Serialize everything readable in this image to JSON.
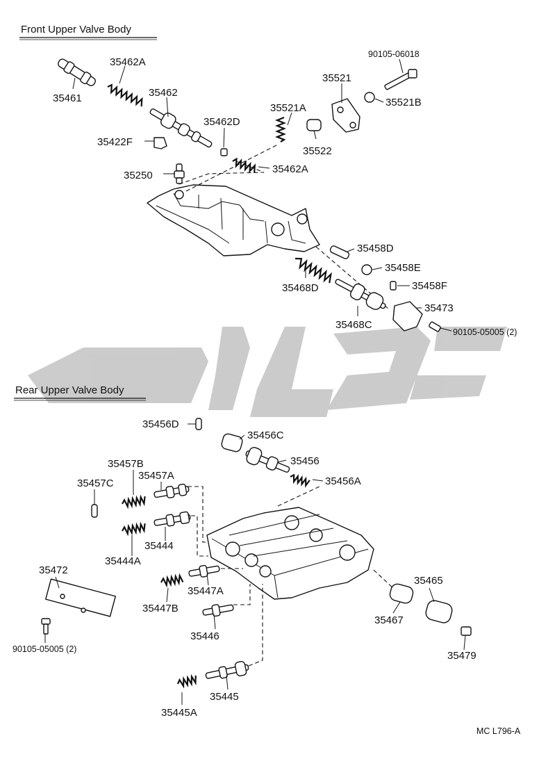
{
  "sections": {
    "front": "Front Upper Valve Body",
    "rear": "Rear Upper Valve Body"
  },
  "footer": "MC L796-A",
  "front_parts": {
    "p90105_06018": "90105-06018",
    "p35462A_top": "35462A",
    "p35461": "35461",
    "p35462": "35462",
    "p35521": "35521",
    "p35521B": "35521B",
    "p35521A": "35521A",
    "p35462D": "35462D",
    "p35422F": "35422F",
    "p35522": "35522",
    "p35250": "35250",
    "p35462A_mid": "35462A",
    "p35458D": "35458D",
    "p35458E": "35458E",
    "p35468D": "35468D",
    "p35458F": "35458F",
    "p35473": "35473",
    "p35468C": "35468C",
    "p90105_05005_front": "90105-05005 (2)"
  },
  "rear_parts": {
    "p35456D": "35456D",
    "p35456C": "35456C",
    "p35456": "35456",
    "p35457B": "35457B",
    "p35457A": "35457A",
    "p35457C": "35457C",
    "p35456A": "35456A",
    "p35444": "35444",
    "p35444A": "35444A",
    "p35472": "35472",
    "p35465": "35465",
    "p35447A": "35447A",
    "p35447B": "35447B",
    "p35467": "35467",
    "p35446": "35446",
    "p90105_05005_rear": "90105-05005 (2)",
    "p35479": "35479",
    "p35445": "35445",
    "p35445A": "35445A"
  },
  "colors": {
    "ink": "#111111",
    "watermark": "#c9c9c9",
    "background": "#ffffff"
  }
}
